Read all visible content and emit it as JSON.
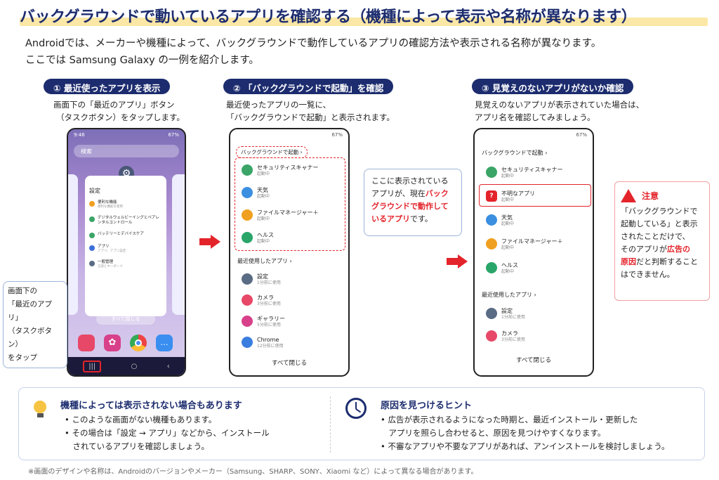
{
  "title": "バックグラウンドで動いているアプリを確認する（機種によって表示や名称が異なります）",
  "intro": [
    "Androidでは、メーカーや機種によって、バックグラウンドで動作しているアプリの確認方法や表示される名称が異なります。",
    "ここでは Samsung Galaxy の一例を紹介します。"
  ],
  "steps": [
    {
      "heading": "① 最近使ったアプリを表示",
      "desc": [
        "画面下の「最近のアプリ」ボタン",
        "（タスクボタン）をタップします。"
      ]
    },
    {
      "heading": "② 「バックグラウンドで起動」を確認",
      "desc": [
        "最近使ったアプリの一覧に、",
        "「バックグラウンドで起動」と表示されます。"
      ]
    },
    {
      "heading": "③ 見覚えのないアプリがないか確認",
      "desc": [
        "見覚えのないアプリが表示されていた場合は、",
        "アプリ名を確認してみましょう。"
      ]
    }
  ],
  "phone1": {
    "time": "9:46",
    "battery": "67%",
    "search": "検索",
    "card_title": "設定",
    "items": [
      {
        "title": "便利な機能",
        "sub": "便利な機能を使用"
      },
      {
        "title": "デジタルウェルビーイングとペアレンタルコントロール",
        "sub": ""
      },
      {
        "title": "バッテリーとデバイスケア",
        "sub": ""
      },
      {
        "title": "アプリ",
        "sub": "アプリ、アプリ設定"
      },
      {
        "title": "一般管理",
        "sub": "言語とキーボード"
      }
    ],
    "close_all": "すべて閉じる",
    "tooltip": [
      "画面下の",
      "「最近のアプリ」",
      "（タスクボタン）",
      "をタップ"
    ]
  },
  "phone2": {
    "battery": "67%",
    "bg_label": "バックグラウンドで起動 ›",
    "bg_apps": [
      {
        "name": "セキュリティスキャナー",
        "status": "起動中",
        "color": "#3aa566",
        "icon": "shield-icon"
      },
      {
        "name": "天気",
        "status": "起動中",
        "color": "#3b8fe0",
        "icon": "weather-icon"
      },
      {
        "name": "ファイルマネージャー＋",
        "status": "起動中",
        "color": "#f0a020",
        "icon": "folder-icon"
      },
      {
        "name": "ヘルス",
        "status": "起動中",
        "color": "#2aa56a",
        "icon": "health-icon"
      }
    ],
    "recent_label": "最近使用したアプリ ›",
    "recent_apps": [
      {
        "name": "設定",
        "status": "1分前に使用",
        "color": "#5a6b84"
      },
      {
        "name": "カメラ",
        "status": "3分前に使用",
        "color": "#e84868"
      },
      {
        "name": "ギャラリー",
        "status": "5分前に使用",
        "color": "#d8408a"
      },
      {
        "name": "Chrome",
        "status": "12分前に使用",
        "color": "#3a7ee0"
      }
    ],
    "close_all": "すべて閉じる",
    "bubble": {
      "pre": "ここに表示されている",
      "mid": "アプリが、現在",
      "red": "バックグラウンドで動作しているアプリ",
      "post": "です。"
    }
  },
  "phone3": {
    "battery": "67%",
    "bg_label": "バックグラウンドで起動 ›",
    "bg_apps": [
      {
        "name": "セキュリティスキャナー",
        "status": "起動中",
        "color": "#3aa566"
      },
      {
        "name": "不明なアプリ",
        "status": "起動中",
        "color": "#e3242b"
      },
      {
        "name": "天気",
        "status": "起動中",
        "color": "#3b8fe0"
      },
      {
        "name": "ファイルマネージャー＋",
        "status": "起動中",
        "color": "#f0a020"
      },
      {
        "name": "ヘルス",
        "status": "起動中",
        "color": "#2aa56a"
      }
    ],
    "recent_label": "最近使用したアプリ ›",
    "recent_apps": [
      {
        "name": "設定",
        "status": "1分前に使用",
        "color": "#5a6b84"
      },
      {
        "name": "カメラ",
        "status": "3分前に使用",
        "color": "#e84868"
      }
    ],
    "close_all": "すべて閉じる"
  },
  "caution": {
    "title": "注意",
    "l1": "「バックグラウンドで",
    "l2": "起動している」と表示",
    "l3": "されたことだけで、",
    "l4a": "そのアプリが",
    "l4b": "広告の",
    "l5a": "原因",
    "l5b": "だと判断すること",
    "l6": "はできません。"
  },
  "tips": [
    {
      "title": "機種によっては表示されない場合もあります",
      "lines": [
        "• このような画面がない機種もあります。",
        "• その場合は「設定 → アプリ」などから、インストール",
        "　されているアプリを確認しましょう。"
      ]
    },
    {
      "title": "原因を見つけるヒント",
      "lines": [
        "• 広告が表示されるようになった時期と、最近インストール・更新した",
        "　アプリを照らし合わせると、原因を見つけやすくなります。",
        "• 不審なアプリや不要なアプリがあれば、アンインストールを検討しましょう。"
      ]
    }
  ],
  "footnote": "※画面のデザインや名称は、Androidのバージョンやメーカー（Samsung、SHARP、SONY、Xiaomi など）によって異なる場合があります。"
}
